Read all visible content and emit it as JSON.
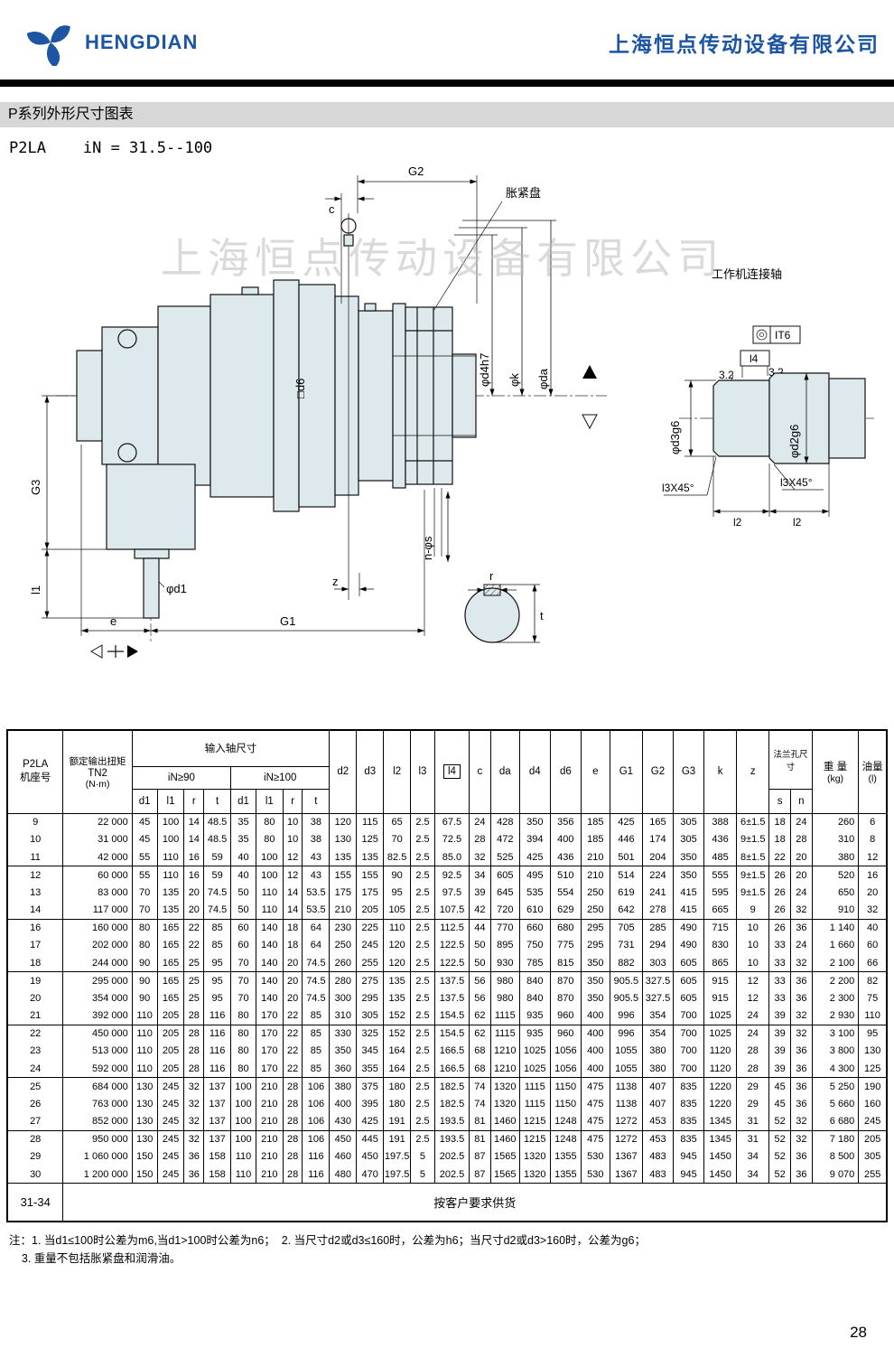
{
  "header": {
    "logo_text": "HENGDIAN",
    "company_name": "上海恒点传动设备有限公司"
  },
  "section_title": "P系列外形尺寸图表",
  "subtitle": "P2LA    iN = 31.5--100",
  "drawing": {
    "watermark": "上海恒点传动设备有限公司",
    "labels": {
      "g2": "G2",
      "c": "c",
      "expansion_disk": "胀紧盘",
      "work_shaft_title": "工作机连接轴",
      "it6": "IT6",
      "l4_box": "l4",
      "finish1": "3.2",
      "finish2": "3.2",
      "d4h7": "φd4h7",
      "k": "φk",
      "da": "φda",
      "d6": "□d6",
      "d3g6": "φd3g6",
      "d2g6": "φd2g6",
      "chamfer_left": "l3X45°",
      "chamfer_right": "l3X45°",
      "l2_left": "l2",
      "l2_right": "l2",
      "g3": "G3",
      "l1": "l1",
      "e": "e",
      "g1": "G1",
      "d1": "φd1",
      "n_s": "n-φs",
      "z": "z",
      "r": "r",
      "t": "t"
    }
  },
  "table": {
    "header": {
      "col1_line1": "P2LA",
      "col1_line2": "机座号",
      "col2_line1": "额定输出扭矩",
      "col2_line2": "TN2",
      "col2_line3": "(N·m)",
      "input_shaft": "输入轴尺寸",
      "in90": "iN≥90",
      "in100": "iN≥100",
      "sub_cols": [
        "d1",
        "l1",
        "r",
        "t",
        "d1",
        "l1",
        "r",
        "t"
      ],
      "dim_cols": [
        "d2",
        "d3",
        "l2",
        "l3",
        "l4",
        "c",
        "da",
        "d4",
        "d6",
        "e",
        "G1",
        "G2",
        "G3",
        "k",
        "z"
      ],
      "flange": "法兰孔尺寸",
      "flange_sub": [
        "s",
        "n"
      ],
      "weight_line1": "重 量",
      "weight_line2": "(kg)",
      "oil_line1": "油量",
      "oil_line2": "(l)"
    },
    "rows": [
      [
        "9",
        "22 000",
        "45",
        "100",
        "14",
        "48.5",
        "35",
        "80",
        "10",
        "38",
        "120",
        "115",
        "65",
        "2.5",
        "67.5",
        "24",
        "428",
        "350",
        "356",
        "185",
        "425",
        "165",
        "305",
        "388",
        "6±1.5",
        "18",
        "24",
        "260",
        "6"
      ],
      [
        "10",
        "31 000",
        "45",
        "100",
        "14",
        "48.5",
        "35",
        "80",
        "10",
        "38",
        "130",
        "125",
        "70",
        "2.5",
        "72.5",
        "28",
        "472",
        "394",
        "400",
        "185",
        "446",
        "174",
        "305",
        "436",
        "9±1.5",
        "18",
        "28",
        "310",
        "8"
      ],
      [
        "11",
        "42 000",
        "55",
        "110",
        "16",
        "59",
        "40",
        "100",
        "12",
        "43",
        "135",
        "135",
        "82.5",
        "2.5",
        "85.0",
        "32",
        "525",
        "425",
        "436",
        "210",
        "501",
        "204",
        "350",
        "485",
        "8±1.5",
        "22",
        "20",
        "380",
        "12"
      ],
      [
        "12",
        "60 000",
        "55",
        "110",
        "16",
        "59",
        "40",
        "100",
        "12",
        "43",
        "155",
        "155",
        "90",
        "2.5",
        "92.5",
        "34",
        "605",
        "495",
        "510",
        "210",
        "514",
        "224",
        "350",
        "555",
        "9±1.5",
        "26",
        "20",
        "520",
        "16"
      ],
      [
        "13",
        "83 000",
        "70",
        "135",
        "20",
        "74.5",
        "50",
        "110",
        "14",
        "53.5",
        "175",
        "175",
        "95",
        "2.5",
        "97.5",
        "39",
        "645",
        "535",
        "554",
        "250",
        "619",
        "241",
        "415",
        "595",
        "9±1.5",
        "26",
        "24",
        "650",
        "20"
      ],
      [
        "14",
        "117 000",
        "70",
        "135",
        "20",
        "74.5",
        "50",
        "110",
        "14",
        "53.5",
        "210",
        "205",
        "105",
        "2.5",
        "107.5",
        "42",
        "720",
        "610",
        "629",
        "250",
        "642",
        "278",
        "415",
        "665",
        "9",
        "26",
        "32",
        "910",
        "32"
      ],
      [
        "16",
        "160 000",
        "80",
        "165",
        "22",
        "85",
        "60",
        "140",
        "18",
        "64",
        "230",
        "225",
        "110",
        "2.5",
        "112.5",
        "44",
        "770",
        "660",
        "680",
        "295",
        "705",
        "285",
        "490",
        "715",
        "10",
        "26",
        "36",
        "1 140",
        "40"
      ],
      [
        "17",
        "202 000",
        "80",
        "165",
        "22",
        "85",
        "60",
        "140",
        "18",
        "64",
        "250",
        "245",
        "120",
        "2.5",
        "122.5",
        "50",
        "895",
        "750",
        "775",
        "295",
        "731",
        "294",
        "490",
        "830",
        "10",
        "33",
        "24",
        "1 660",
        "60"
      ],
      [
        "18",
        "244 000",
        "90",
        "165",
        "25",
        "95",
        "70",
        "140",
        "20",
        "74.5",
        "260",
        "255",
        "120",
        "2.5",
        "122.5",
        "50",
        "930",
        "785",
        "815",
        "350",
        "882",
        "303",
        "605",
        "865",
        "10",
        "33",
        "32",
        "2 100",
        "66"
      ],
      [
        "19",
        "295 000",
        "90",
        "165",
        "25",
        "95",
        "70",
        "140",
        "20",
        "74.5",
        "280",
        "275",
        "135",
        "2.5",
        "137.5",
        "56",
        "980",
        "840",
        "870",
        "350",
        "905.5",
        "327.5",
        "605",
        "915",
        "12",
        "33",
        "36",
        "2 200",
        "82"
      ],
      [
        "20",
        "354 000",
        "90",
        "165",
        "25",
        "95",
        "70",
        "140",
        "20",
        "74.5",
        "300",
        "295",
        "135",
        "2.5",
        "137.5",
        "56",
        "980",
        "840",
        "870",
        "350",
        "905.5",
        "327.5",
        "605",
        "915",
        "12",
        "33",
        "36",
        "2 300",
        "75"
      ],
      [
        "21",
        "392 000",
        "110",
        "205",
        "28",
        "116",
        "80",
        "170",
        "22",
        "85",
        "310",
        "305",
        "152",
        "2.5",
        "154.5",
        "62",
        "1115",
        "935",
        "960",
        "400",
        "996",
        "354",
        "700",
        "1025",
        "24",
        "39",
        "32",
        "2 930",
        "110"
      ],
      [
        "22",
        "450 000",
        "110",
        "205",
        "28",
        "116",
        "80",
        "170",
        "22",
        "85",
        "330",
        "325",
        "152",
        "2.5",
        "154.5",
        "62",
        "1115",
        "935",
        "960",
        "400",
        "996",
        "354",
        "700",
        "1025",
        "24",
        "39",
        "32",
        "3 100",
        "95"
      ],
      [
        "23",
        "513 000",
        "110",
        "205",
        "28",
        "116",
        "80",
        "170",
        "22",
        "85",
        "350",
        "345",
        "164",
        "2.5",
        "166.5",
        "68",
        "1210",
        "1025",
        "1056",
        "400",
        "1055",
        "380",
        "700",
        "1120",
        "28",
        "39",
        "36",
        "3 800",
        "130"
      ],
      [
        "24",
        "592 000",
        "110",
        "205",
        "28",
        "116",
        "80",
        "170",
        "22",
        "85",
        "360",
        "355",
        "164",
        "2.5",
        "166.5",
        "68",
        "1210",
        "1025",
        "1056",
        "400",
        "1055",
        "380",
        "700",
        "1120",
        "28",
        "39",
        "36",
        "4 300",
        "125"
      ],
      [
        "25",
        "684 000",
        "130",
        "245",
        "32",
        "137",
        "100",
        "210",
        "28",
        "106",
        "380",
        "375",
        "180",
        "2.5",
        "182.5",
        "74",
        "1320",
        "1115",
        "1150",
        "475",
        "1138",
        "407",
        "835",
        "1220",
        "29",
        "45",
        "36",
        "5 250",
        "190"
      ],
      [
        "26",
        "763 000",
        "130",
        "245",
        "32",
        "137",
        "100",
        "210",
        "28",
        "106",
        "400",
        "395",
        "180",
        "2.5",
        "182.5",
        "74",
        "1320",
        "1115",
        "1150",
        "475",
        "1138",
        "407",
        "835",
        "1220",
        "29",
        "45",
        "36",
        "5 660",
        "160"
      ],
      [
        "27",
        "852 000",
        "130",
        "245",
        "32",
        "137",
        "100",
        "210",
        "28",
        "106",
        "430",
        "425",
        "191",
        "2.5",
        "193.5",
        "81",
        "1460",
        "1215",
        "1248",
        "475",
        "1272",
        "453",
        "835",
        "1345",
        "31",
        "52",
        "32",
        "6 680",
        "245"
      ],
      [
        "28",
        "950 000",
        "130",
        "245",
        "32",
        "137",
        "100",
        "210",
        "28",
        "106",
        "450",
        "445",
        "191",
        "2.5",
        "193.5",
        "81",
        "1460",
        "1215",
        "1248",
        "475",
        "1272",
        "453",
        "835",
        "1345",
        "31",
        "52",
        "32",
        "7 180",
        "205"
      ],
      [
        "29",
        "1 060 000",
        "150",
        "245",
        "36",
        "158",
        "110",
        "210",
        "28",
        "116",
        "460",
        "450",
        "197.5",
        "5",
        "202.5",
        "87",
        "1565",
        "1320",
        "1355",
        "530",
        "1367",
        "483",
        "945",
        "1450",
        "34",
        "52",
        "36",
        "8 500",
        "305"
      ],
      [
        "30",
        "1 200 000",
        "150",
        "245",
        "36",
        "158",
        "110",
        "210",
        "28",
        "116",
        "480",
        "470",
        "197.5",
        "5",
        "202.5",
        "87",
        "1565",
        "1320",
        "1355",
        "530",
        "1367",
        "483",
        "945",
        "1450",
        "34",
        "52",
        "36",
        "9 070",
        "255"
      ]
    ],
    "footer_row": {
      "label": "31-34",
      "text": "按客户要求供货"
    }
  },
  "notes": {
    "line1": "注：1. 当d1≤100时公差为m6,当d1>100时公差为n6；  2. 当尺寸d2或d3≤160时，公差为h6；当尺寸d2或d3>160时，公差为g6；",
    "line2": "    3. 重量不包括胀紧盘和润滑油。"
  },
  "page_number": "28"
}
